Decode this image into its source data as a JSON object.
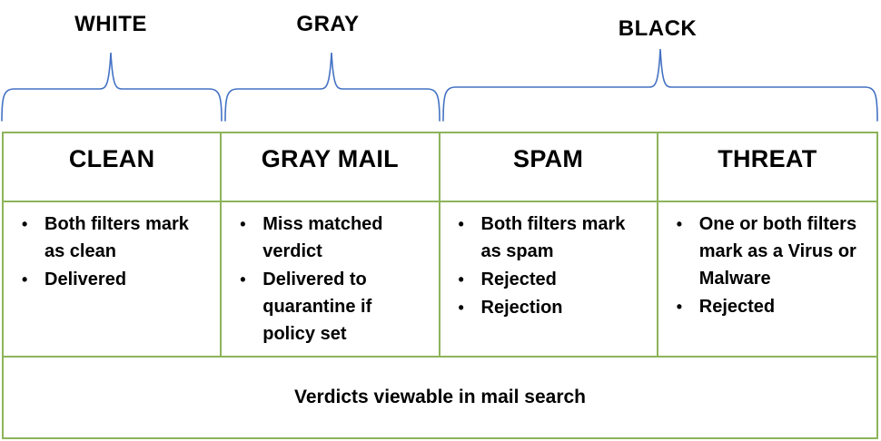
{
  "groups": [
    {
      "label": "WHITE"
    },
    {
      "label": "GRAY"
    },
    {
      "label": "BLACK"
    }
  ],
  "table": {
    "columns": [
      {
        "header": "CLEAN",
        "bullets": [
          "Both filters mark as clean",
          "Delivered"
        ]
      },
      {
        "header": "GRAY MAIL",
        "bullets": [
          "Miss matched verdict",
          "Delivered to quarantine if policy set"
        ]
      },
      {
        "header": "SPAM",
        "bullets": [
          "Both filters mark as spam",
          "Rejected",
          "Rejection"
        ]
      },
      {
        "header": "THREAT",
        "bullets": [
          "One or both filters mark as a Virus or Malware",
          "Rejected"
        ]
      }
    ],
    "footer_note": "Verdicts viewable in mail search"
  },
  "colors": {
    "table_border": "#8CB45A",
    "brace": "#4472C4",
    "text": "#000000"
  }
}
